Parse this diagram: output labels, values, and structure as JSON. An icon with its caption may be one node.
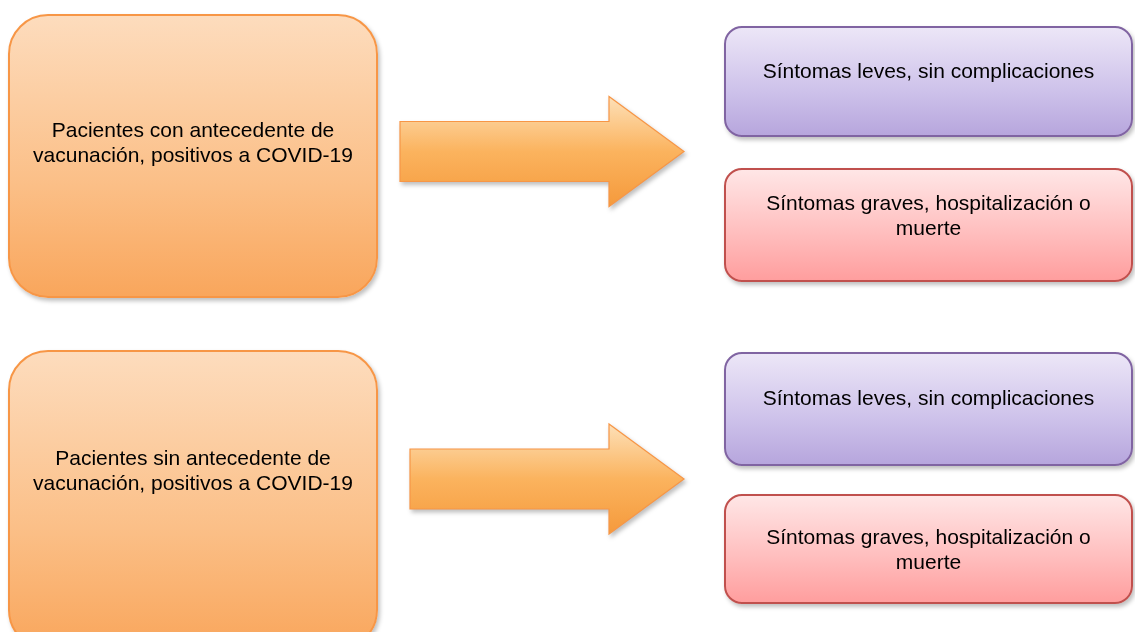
{
  "diagram": {
    "nodes": [
      {
        "text": [
          "Pacientes con antecedente de vacunación, positivos a COVID-19"
        ]
      },
      {
        "text": [
          "Síntomas leves, sin complicaciones"
        ]
      },
      {
        "text": [
          "Síntomas graves, hospitalización o muerte"
        ]
      },
      {
        "text": [
          "Pacientes sin antecedente de vacunación, positivos a COVID-19"
        ]
      },
      {
        "text": [
          "Síntomas leves, sin complicaciones"
        ]
      },
      {
        "text": [
          "Síntomas graves, hospitalización o muerte"
        ]
      }
    ],
    "edges": [
      {
        "from": 0,
        "to": 1,
        "arrow": "to"
      },
      {
        "from": 0,
        "to": 2,
        "arrow": "to"
      },
      {
        "from": 3,
        "to": 4,
        "arrow": "to"
      },
      {
        "from": 3,
        "to": 5,
        "arrow": "to"
      }
    ]
  }
}
